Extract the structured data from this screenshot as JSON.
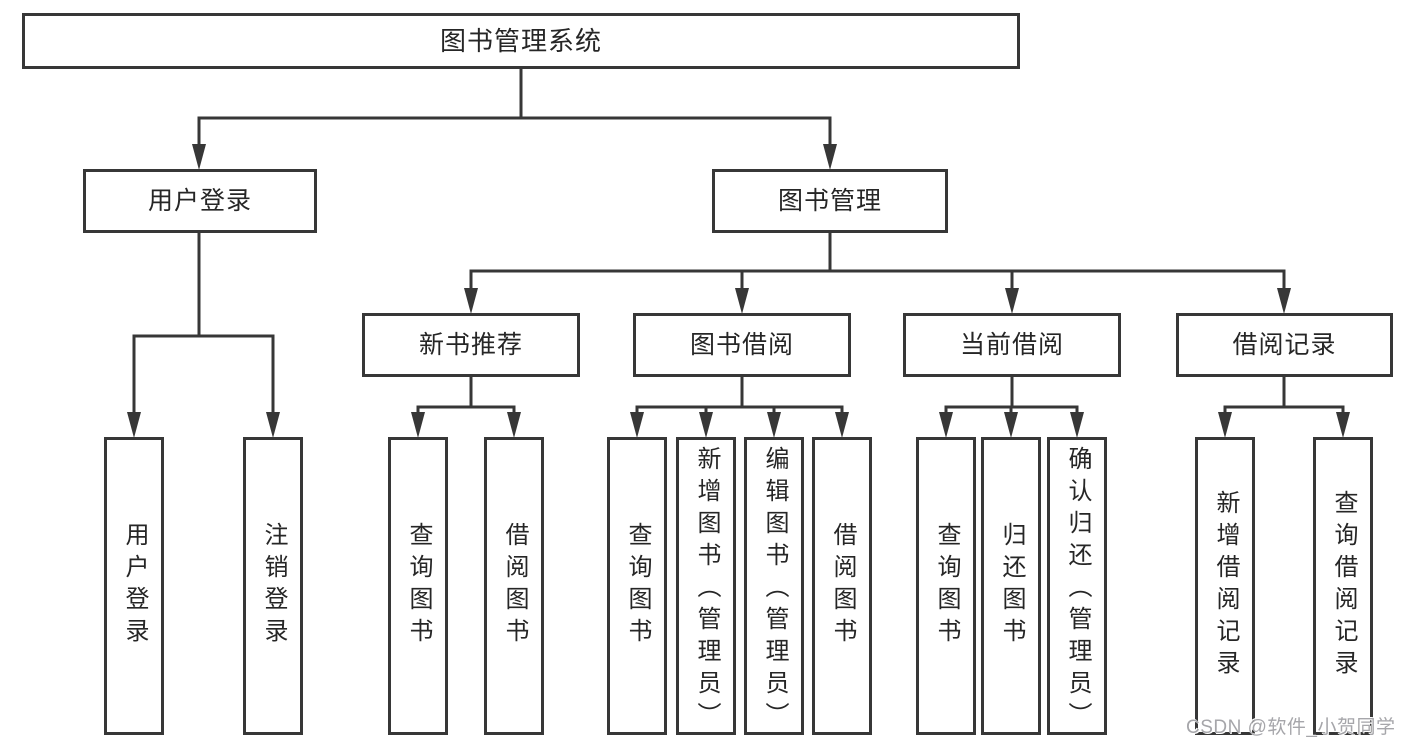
{
  "diagram": {
    "root": {
      "label": "图书管理系统"
    },
    "level2": {
      "user_login": {
        "label": "用户登录"
      },
      "book_mgmt": {
        "label": "图书管理"
      }
    },
    "level3": {
      "new_book": {
        "label": "新书推荐"
      },
      "book_borrow": {
        "label": "图书借阅"
      },
      "current_borrow": {
        "label": "当前借阅"
      },
      "borrow_record": {
        "label": "借阅记录"
      }
    },
    "leaves": {
      "ul_login": {
        "label": "用户登录"
      },
      "ul_logout": {
        "label": "注销登录"
      },
      "nb_query": {
        "label": "查询图书"
      },
      "nb_borrow": {
        "label": "借阅图书"
      },
      "bb_query": {
        "label": "查询图书"
      },
      "bb_add": {
        "label": "新增图书（管理员）"
      },
      "bb_edit": {
        "label": "编辑图书（管理员）"
      },
      "bb_borrow": {
        "label": "借阅图书"
      },
      "cb_query": {
        "label": "查询图书"
      },
      "cb_return": {
        "label": "归还图书"
      },
      "cb_confirm": {
        "label": "确认归还（管理员）"
      },
      "br_add": {
        "label": "新增借阅记录"
      },
      "br_query": {
        "label": "查询借阅记录"
      }
    }
  },
  "watermark": {
    "text": "CSDN @软件_小贺同学"
  },
  "colors": {
    "line": "#373737",
    "box_border": "#373737",
    "text": "#262626",
    "background": "#ffffff",
    "watermark": "#a6a6aa"
  }
}
